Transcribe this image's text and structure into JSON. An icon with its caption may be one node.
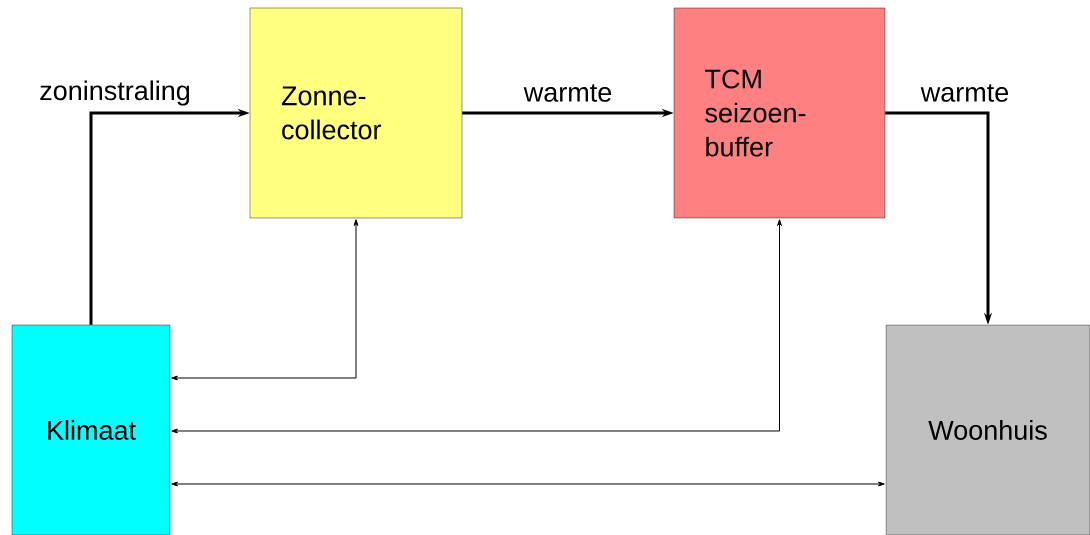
{
  "diagram": {
    "nodes": [
      {
        "text": [
          "Zonne- collector"
        ]
      },
      {
        "text": [
          "TCM seizoen- buffer"
        ]
      },
      {
        "text": [
          "Klimaat"
        ]
      },
      {
        "text": [
          "Woonhuis"
        ]
      }
    ],
    "edges": [
      {
        "from": 2,
        "to": 0,
        "arrow": "to",
        "label": "zoninstraling",
        "style": "thick"
      },
      {
        "from": 0,
        "to": 1,
        "arrow": "to",
        "label": "warmte",
        "style": "thick"
      },
      {
        "from": 1,
        "to": 3,
        "arrow": "to",
        "label": "warmte",
        "style": "thick"
      },
      {
        "from": 0,
        "to": 2,
        "arrow": "both"
      },
      {
        "from": 1,
        "to": 2,
        "arrow": "both"
      },
      {
        "from": 2,
        "to": 3,
        "arrow": "both"
      }
    ]
  }
}
